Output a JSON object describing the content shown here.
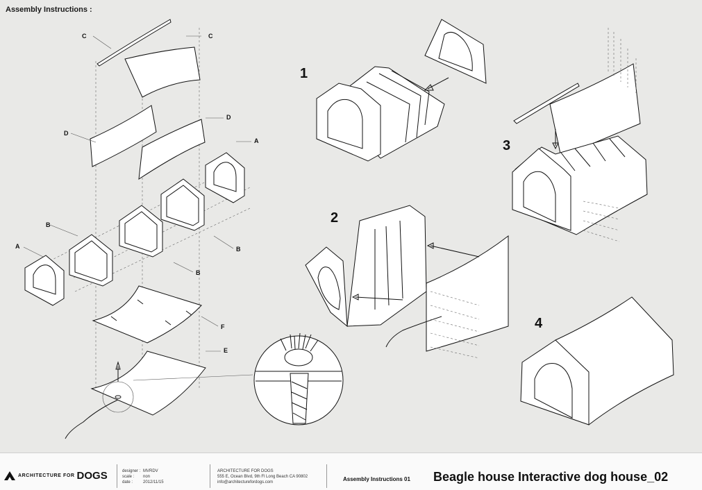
{
  "title": "Assembly Instructions :",
  "parts": {
    "a": "A",
    "b": "B",
    "c": "C",
    "d": "D",
    "e": "E",
    "f": "F"
  },
  "steps": [
    "1",
    "2",
    "3",
    "4"
  ],
  "footer": {
    "logo_small": "ARCHITECTURE FOR",
    "logo_big": "DOGS",
    "designer_key": "designer :",
    "designer_val": "MVRDV",
    "scale_key": "scale :",
    "scale_val": "non",
    "date_key": "date :",
    "date_val": "2012/11/15",
    "addr1": "ARCHITECTURE FOR DOGS",
    "addr2": "555 E, Ocean Blvd, 9th Fl Long Beach CA 90802",
    "addr3": "info@architecturefordogs.com",
    "assembly": "Assembly Instructions 01",
    "heading": "Beagle house Interactive dog house_02"
  }
}
